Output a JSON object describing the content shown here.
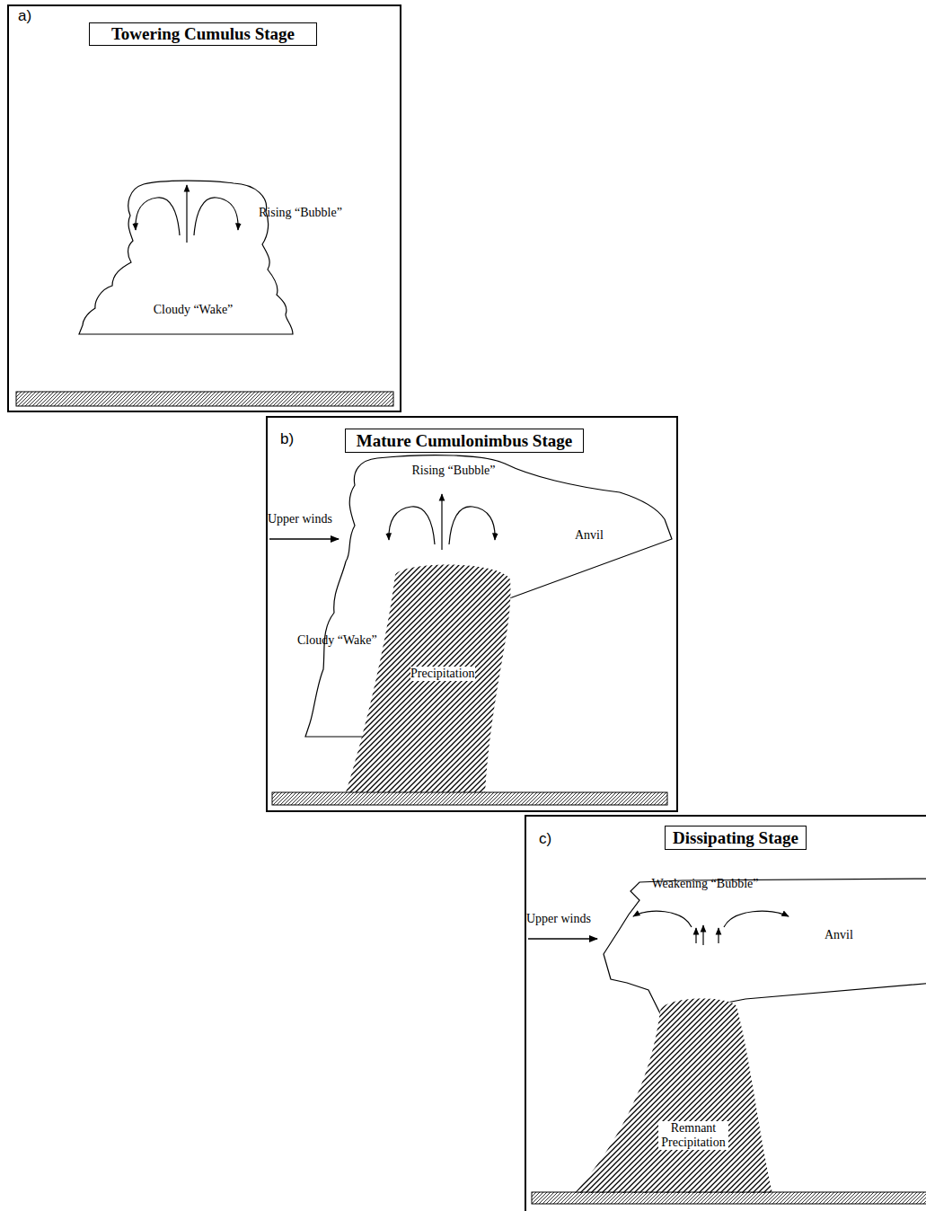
{
  "diagram": {
    "nodes": [
      {
        "text": [
          "a)"
        ]
      },
      {
        "text": [
          "Towering Cumulus Stage"
        ],
        "in": 0
      },
      {
        "text": [
          "Cloudy “Wake”"
        ],
        "in": 0
      },
      {
        "text": [
          "b)"
        ]
      },
      {
        "text": [
          "Mature Cumulonimbus Stage"
        ],
        "in": 3
      },
      {
        "text": [
          "Rising “Bubble”",
          "Anvil",
          "Cloudy “Wake”"
        ],
        "in": 3
      },
      {
        "text": [
          "Precipitation"
        ],
        "in": 3
      },
      {
        "text": [
          "c)"
        ]
      },
      {
        "text": [
          "Dissipating Stage"
        ],
        "in": 7
      },
      {
        "text": [
          "Weakening “Bubble”",
          "Anvil"
        ],
        "in": 7
      },
      {
        "text": [
          "Remnant Precipitation"
        ],
        "in": 7
      }
    ],
    "edges": [],
    "labels": [
      "Rising “Bubble”",
      "Upper winds",
      "Upper winds"
    ]
  }
}
